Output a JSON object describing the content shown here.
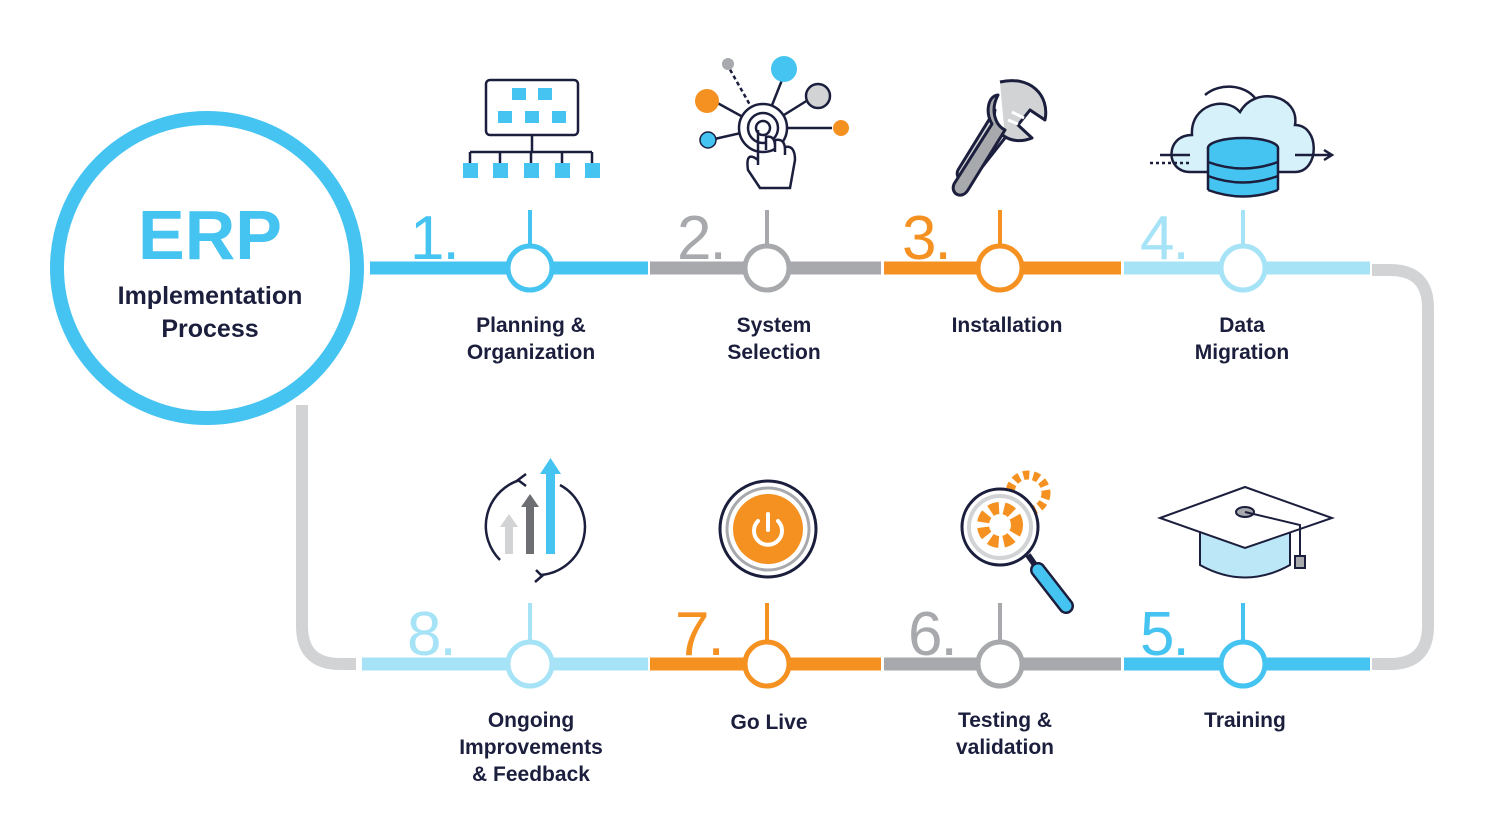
{
  "hub": {
    "title": "ERP",
    "subtitle": "Implementation\nProcess"
  },
  "steps": [
    {
      "number": "1.",
      "label": "Planning &\nOrganization",
      "color": "#45c3f1",
      "icon": "org-chart-icon"
    },
    {
      "number": "2.",
      "label": "System\nSelection",
      "color": "#a7a9ac",
      "icon": "touch-network-icon"
    },
    {
      "number": "3.",
      "label": "Installation",
      "color": "#f59121",
      "icon": "wrench-icon"
    },
    {
      "number": "4.",
      "label": "Data\nMigration",
      "color": "#a6e3f7",
      "icon": "cloud-database-icon"
    },
    {
      "number": "5.",
      "label": "Training",
      "color": "#45c3f1",
      "icon": "graduation-cap-icon"
    },
    {
      "number": "6.",
      "label": "Testing &\nvalidation",
      "color": "#a7a9ac",
      "icon": "magnifier-gear-icon"
    },
    {
      "number": "7.",
      "label": "Go Live",
      "color": "#f59121",
      "icon": "power-button-icon"
    },
    {
      "number": "8.",
      "label": "Ongoing\nImprovements\n& Feedback",
      "color": "#a6e3f7",
      "icon": "growth-cycle-icon"
    }
  ],
  "colors": {
    "navy": "#1b1e3c",
    "blue": "#45c3f1",
    "light_blue": "#a6e3f7",
    "grey": "#a7a9ac",
    "track_grey": "#d1d3d4",
    "orange": "#f59121"
  }
}
